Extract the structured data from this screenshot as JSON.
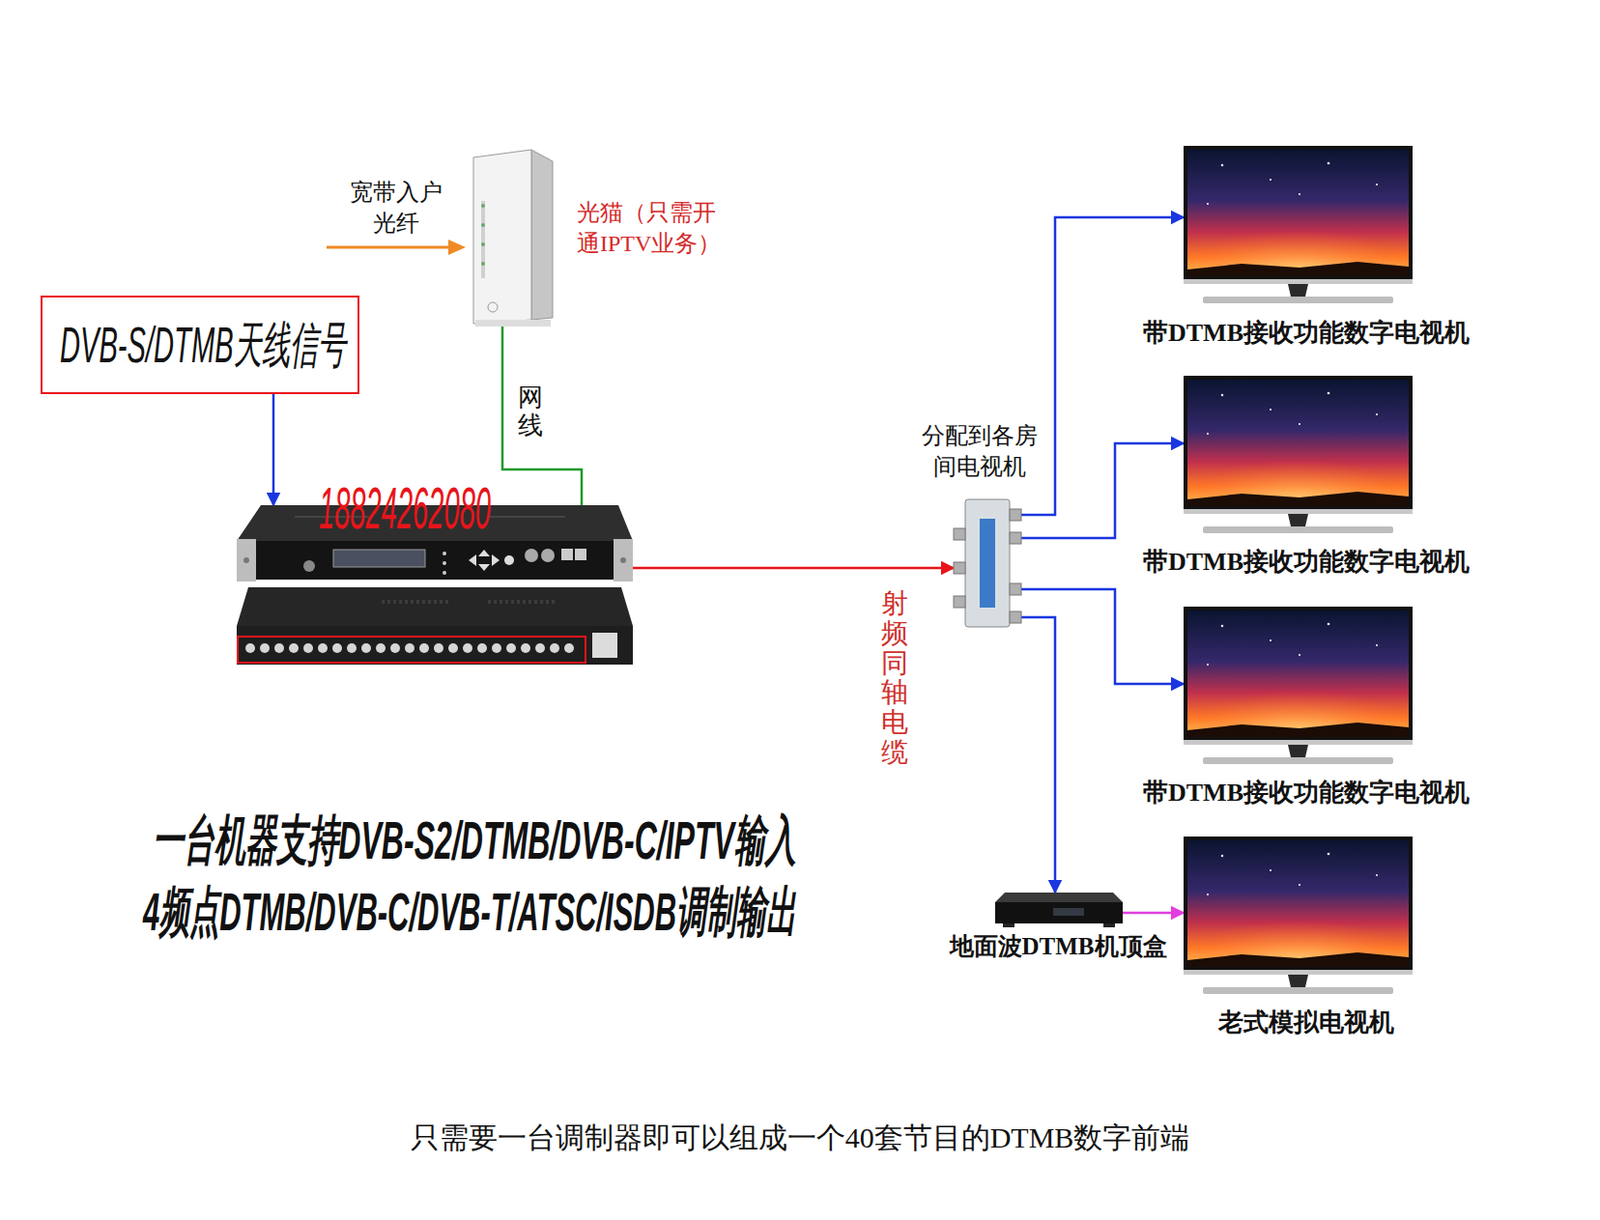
{
  "diagram": {
    "caption": "只需要一台调制器即可以组成一个40套节目的DTMB数字前端",
    "nodes": [
      {
        "text": [
          "光猫（只需开 通IPTV业务）"
        ]
      },
      {
        "text": [
          "DVB-S/DTMB天线信号"
        ]
      },
      {
        "text": [
          "18824262080"
        ]
      },
      {
        "text": [
          "分配到各房 间电视机"
        ]
      },
      {
        "text": [
          "带DTMB接收功能数字电视机"
        ]
      },
      {
        "text": [
          "带DTMB接收功能数字电视机"
        ]
      },
      {
        "text": [
          "带DTMB接收功能数字电视机"
        ]
      },
      {
        "text": [
          "地面波DTMB机顶盒"
        ]
      },
      {
        "text": [
          "老式模拟电视机"
        ]
      }
    ],
    "edges": [
      {
        "from": 0,
        "to": 2,
        "arrow": "none",
        "label": "网线"
      },
      {
        "from": 1,
        "to": 2,
        "arrow": "to"
      },
      {
        "from": 2,
        "to": 3,
        "arrow": "to",
        "label": "射频同轴电缆"
      },
      {
        "from": 3,
        "to": 4,
        "arrow": "to"
      },
      {
        "from": 3,
        "to": 5,
        "arrow": "to"
      },
      {
        "from": 3,
        "to": 6,
        "arrow": "to"
      },
      {
        "from": 3,
        "to": 7,
        "arrow": "to"
      },
      {
        "from": 7,
        "to": 8,
        "arrow": "to"
      }
    ],
    "labels": [
      "宽带入户 光纤",
      "一台机器支持DVB-S2/DTMB/DVB-C/IPTV输入",
      "4频点DTMB/DVB-C/DVB-T/ATSC/ISDB调制输出"
    ]
  }
}
